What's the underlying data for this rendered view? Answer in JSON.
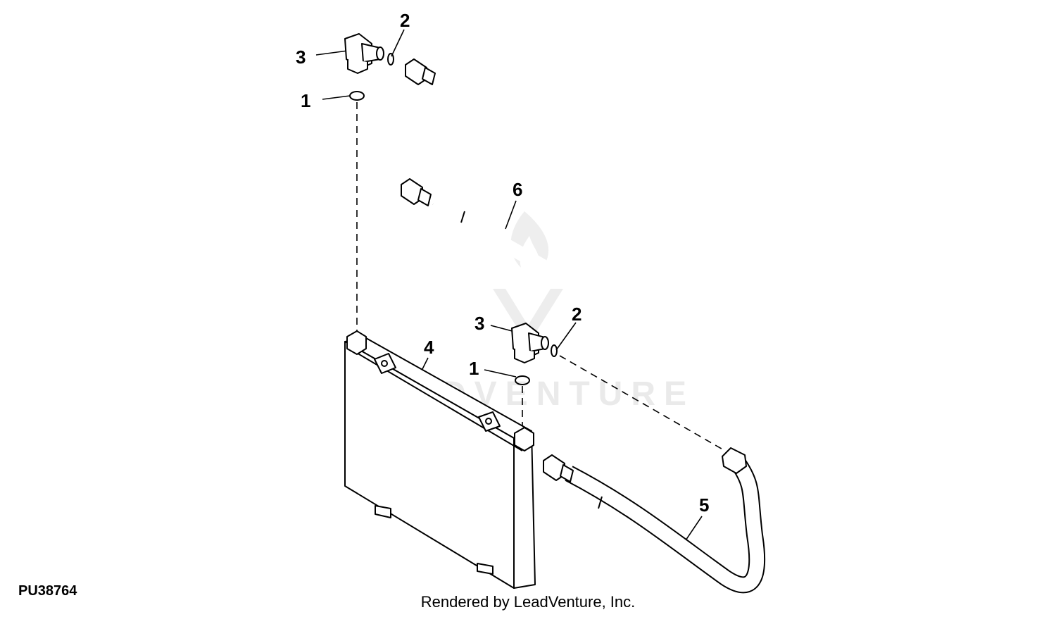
{
  "figure_id": "PU38764",
  "credit": "Rendered by LeadVenture, Inc.",
  "watermark": "LEADVENTURE",
  "callouts": {
    "c1_top": "1",
    "c1_bottom": "1",
    "c2_top": "2",
    "c2_bottom": "2",
    "c3_top": "3",
    "c3_bottom": "3",
    "c4": "4",
    "c5": "5",
    "c6": "6"
  }
}
